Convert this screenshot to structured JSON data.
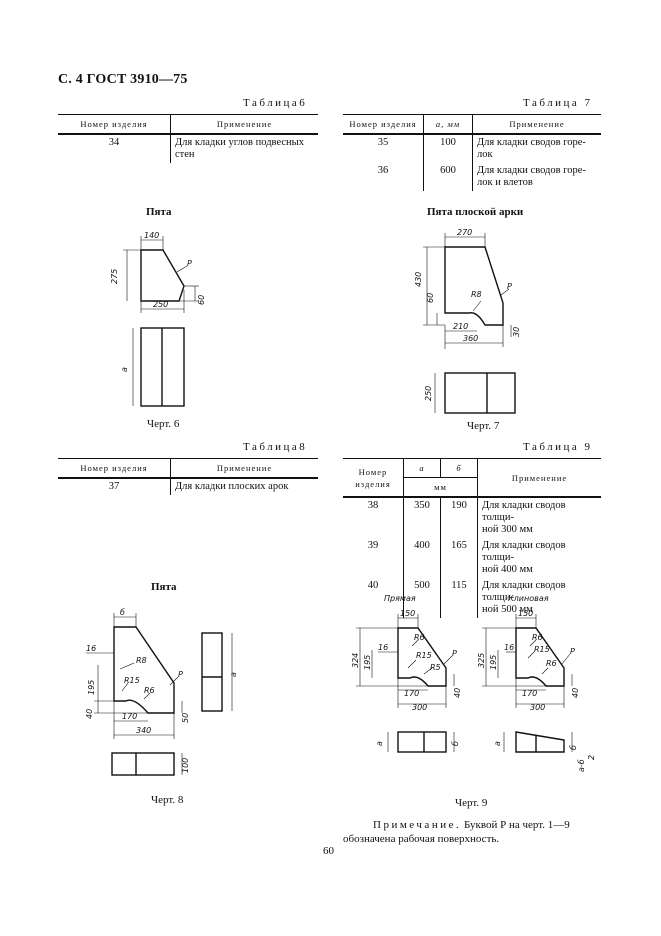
{
  "header": "С. 4 ГОСТ 3910—75",
  "table6": {
    "caption": "Таблица6",
    "columns": [
      "Номер изделия",
      "Применение"
    ],
    "rows": [
      {
        "num": "34",
        "use": [
          "Для кладки углов подвесных",
          "стен"
        ]
      }
    ]
  },
  "table7": {
    "caption": "Таблица 7",
    "columns": [
      "Номер изделия",
      "а, мм",
      "Применение"
    ],
    "rows": [
      {
        "num": "35",
        "a": "100",
        "use": [
          "Для кладки сводов горе-",
          "лок"
        ]
      },
      {
        "num": "36",
        "a": "600",
        "use": [
          "Для кладки сводов горе-",
          "лок и влетов"
        ]
      }
    ]
  },
  "fig6": {
    "title": "Пята",
    "caption": "Черт. 6",
    "dims": {
      "top": "140",
      "height": "275",
      "bottom": "250",
      "right": "60",
      "face": "P",
      "side": "а"
    }
  },
  "fig7": {
    "title": "Пята плоской арки",
    "caption": "Черт. 7",
    "dims": {
      "top": "270",
      "height": "430",
      "step": "60",
      "radius": "R8",
      "face": "P",
      "inner": "210",
      "bottom": "360",
      "right": "30",
      "plan": "250"
    }
  },
  "table8": {
    "caption": "Таблица8",
    "columns": [
      "Номер изделия",
      "Применение"
    ],
    "rows": [
      {
        "num": "37",
        "use": [
          "Для кладки плоских арок"
        ]
      }
    ]
  },
  "table9": {
    "caption": "Таблица 9",
    "columns": [
      "Номер изделия",
      "а",
      "б",
      "Применение"
    ],
    "unit": "мм",
    "rows": [
      {
        "num": "38",
        "a": "350",
        "b": "190",
        "use": [
          "Для кладки сводов толщи-",
          "ной 300 мм"
        ]
      },
      {
        "num": "39",
        "a": "400",
        "b": "165",
        "use": [
          "Для кладки сводов толщи-",
          "ной 400 мм"
        ]
      },
      {
        "num": "40",
        "a": "500",
        "b": "115",
        "use": [
          "Для кладки сводов толщи-",
          "ной 500 мм"
        ]
      }
    ]
  },
  "fig8": {
    "title": "Пята",
    "caption": "Черт. 8",
    "dims": {
      "top": "б",
      "notch": "16",
      "r8": "R8",
      "r15": "R15",
      "r6": "R6",
      "face": "P",
      "height": "195",
      "step": "40",
      "inner": "170",
      "bottom": "340",
      "right": "50",
      "side": "а",
      "plan": "100"
    }
  },
  "fig9": {
    "caption": "Черт. 9",
    "left": {
      "label": "Прямая",
      "top": "150",
      "height": "324",
      "sub": "195",
      "notch": "16",
      "r6": "R6",
      "r15": "R15",
      "r5": "R5",
      "face": "P",
      "inner": "170",
      "bottom": "300",
      "right": "40",
      "side": "а",
      "plan": "б"
    },
    "right": {
      "label": "Клиновая",
      "top": "150",
      "height": "325",
      "sub": "195",
      "notch": "16",
      "r6": "R6",
      "r15": "R15",
      "r5": "R6",
      "face": "P",
      "inner": "170",
      "bottom": "300",
      "right": "40",
      "side": "а",
      "plan": "б",
      "wedge": "а-б",
      "half": "2"
    }
  },
  "note": {
    "lead": "Примечание.",
    "text": "Буквой Р на черт. 1—9 обозначена рабочая поверхность."
  },
  "page_number": "60"
}
